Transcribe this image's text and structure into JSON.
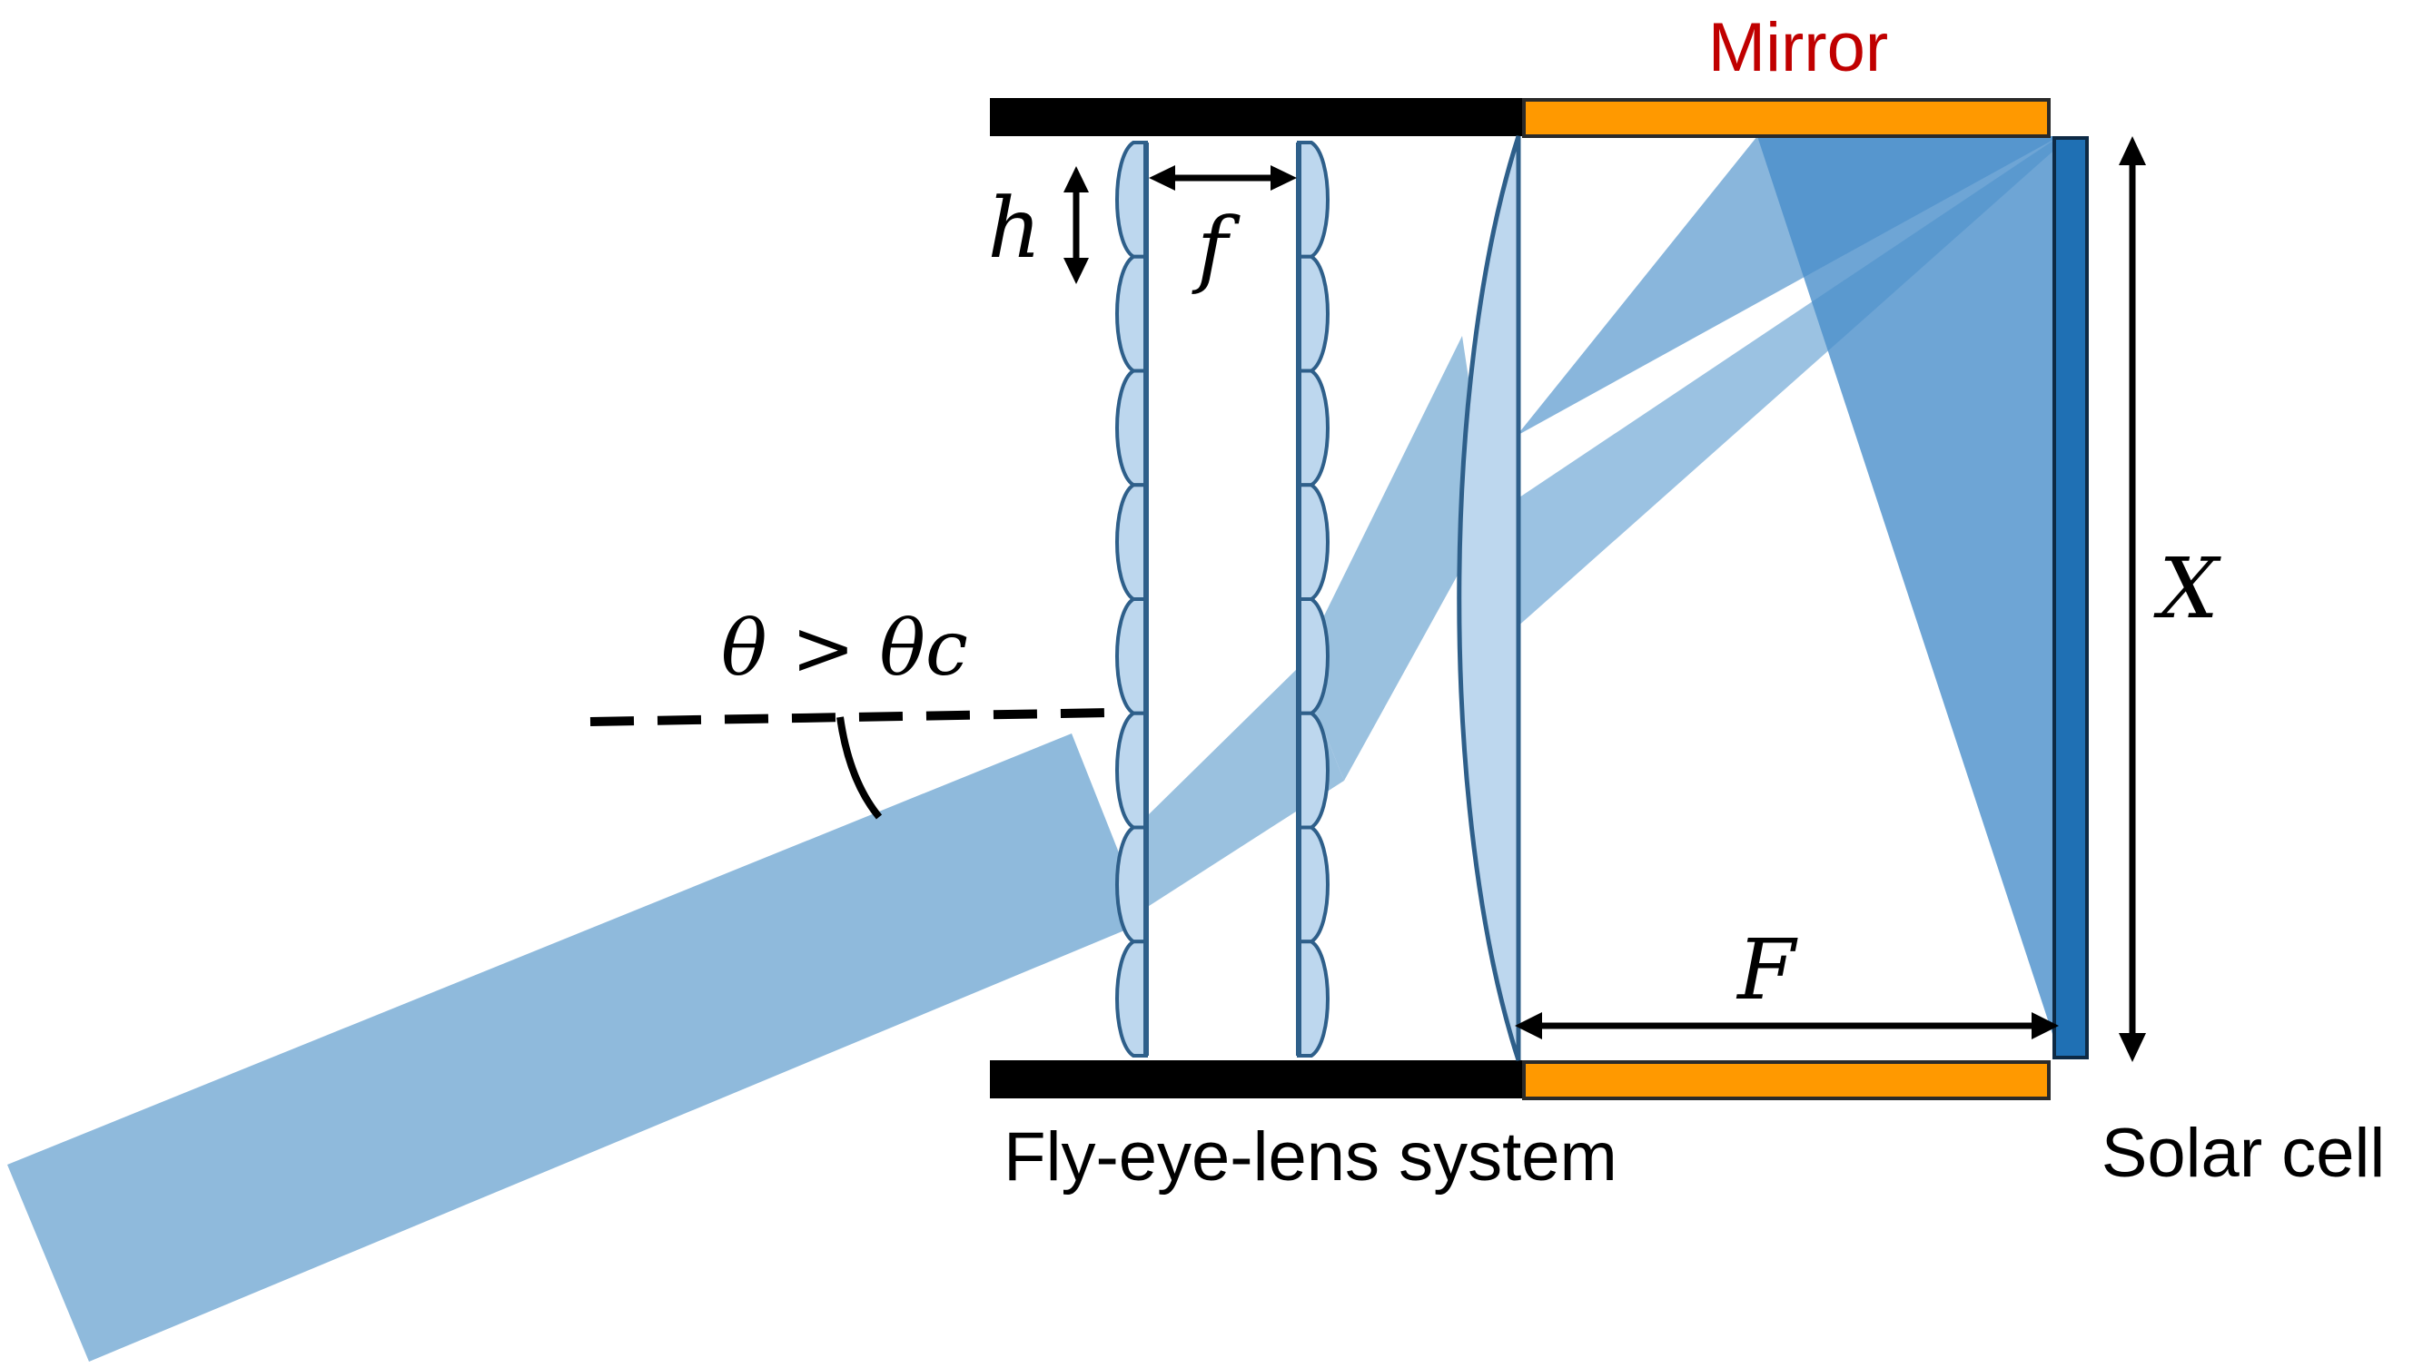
{
  "labels": {
    "mirror": "Mirror",
    "fly_eye_system": "Fly-eye-lens system",
    "solar_cell": "Solar cell",
    "h": "h",
    "f": "f",
    "X": "X",
    "F": "F",
    "angle_condition": "θ > θc"
  },
  "colors": {
    "beam": "#8fbadc",
    "beam_dark": "#4a8fca",
    "lens_fill": "#bdd7ee",
    "lens_stroke": "#2e5f8a",
    "mirror": "#ff9900",
    "housing": "#000000",
    "solar_cell": "#1f70b4",
    "mirror_label": "#c00000"
  },
  "lenslet_count": 8
}
